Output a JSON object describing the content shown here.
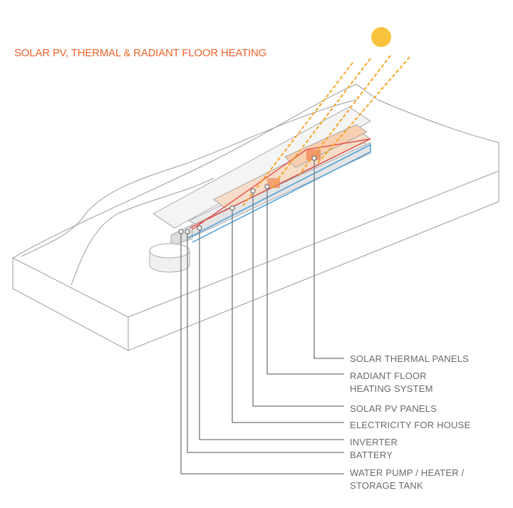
{
  "title": "SOLAR PV, THERMAL & RADIANT FLOOR HEATING",
  "colors": {
    "accent": "#f0642a",
    "sun": "#f9c23c",
    "rays": "#f5a623",
    "water_loop": "#4a9fd8",
    "hot_loop": "#e53935",
    "leader": "#777777"
  },
  "labels": {
    "solar_thermal": "SOLAR THERMAL PANELS",
    "radiant_1": "RADIANT FLOOR",
    "radiant_2": "HEATING SYSTEM",
    "solar_pv": "SOLAR PV PANELS",
    "electricity": "ELECTRICITY FOR HOUSE",
    "inverter": "INVERTER",
    "battery": "BATTERY",
    "pump_1": "WATER PUMP / HEATER /",
    "pump_2": "STORAGE TANK"
  }
}
